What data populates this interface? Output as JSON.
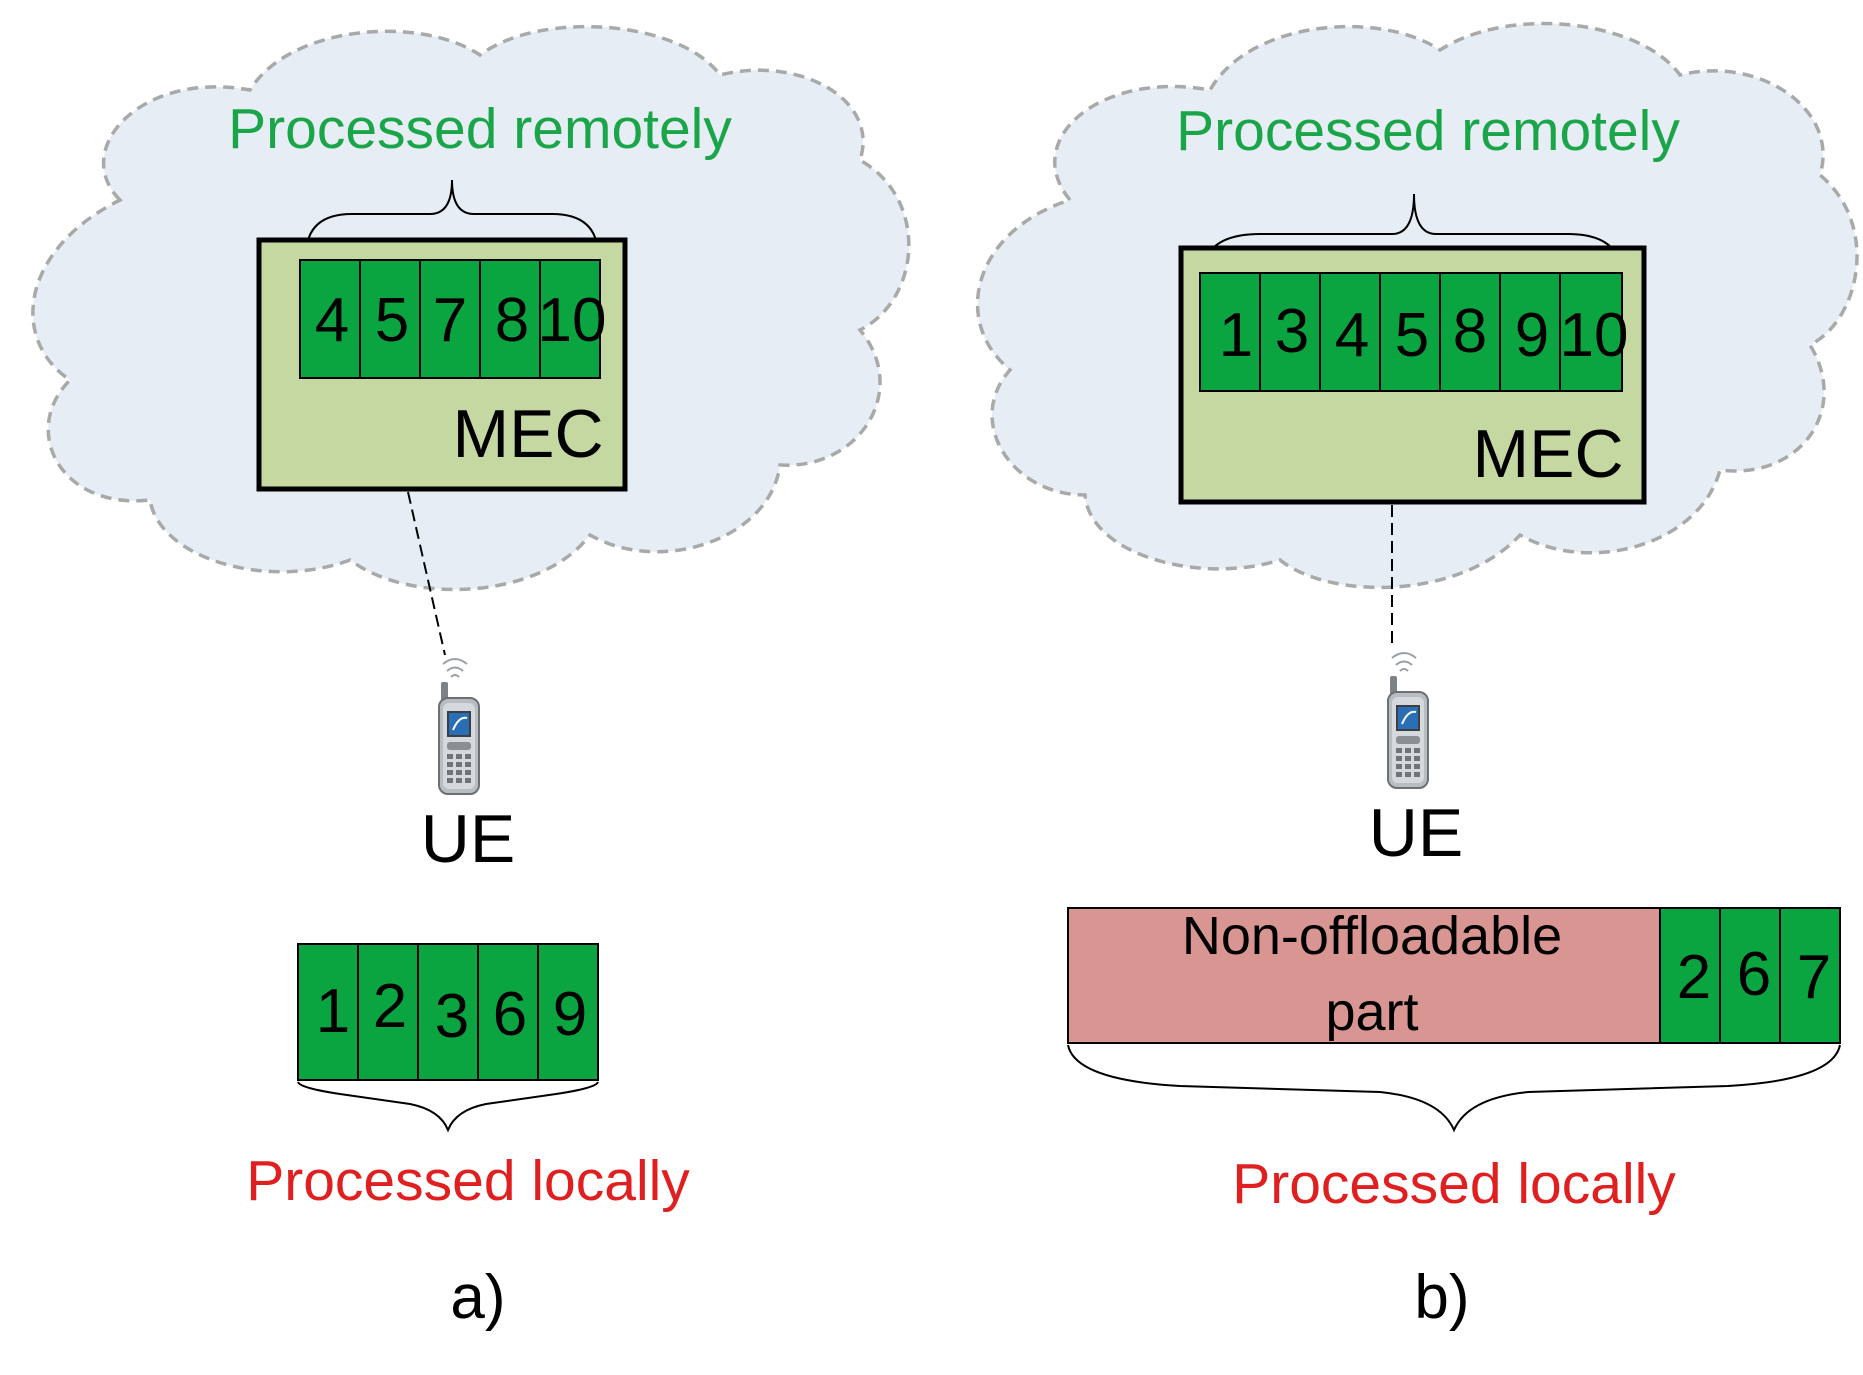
{
  "colors": {
    "remote_label": "#1aa648",
    "local_label": "#e02020",
    "task_fill": "#0aa540",
    "mec_fill": "#c6d8a2",
    "nonoffload_fill": "#d89592",
    "cloud_fill": "#e6edf5",
    "cloud_stroke": "#a9a9a9"
  },
  "panel_a": {
    "remote_label": "Processed remotely",
    "mec_label": "MEC",
    "remote_tasks": [
      "4",
      "5",
      "7",
      "8",
      "10"
    ],
    "ue_label": "UE",
    "local_tasks": [
      "1",
      "2",
      "3",
      "6",
      "9"
    ],
    "local_label": "Processed locally",
    "caption": "a)"
  },
  "panel_b": {
    "remote_label": "Processed remotely",
    "mec_label": "MEC",
    "remote_tasks": [
      "1",
      "3",
      "4",
      "5",
      "8",
      "9",
      "10"
    ],
    "ue_label": "UE",
    "nonoffloadable_line1": "Non-offloadable",
    "nonoffloadable_line2": "part",
    "local_tasks": [
      "2",
      "6",
      "7"
    ],
    "local_label": "Processed locally",
    "caption": "b)"
  }
}
